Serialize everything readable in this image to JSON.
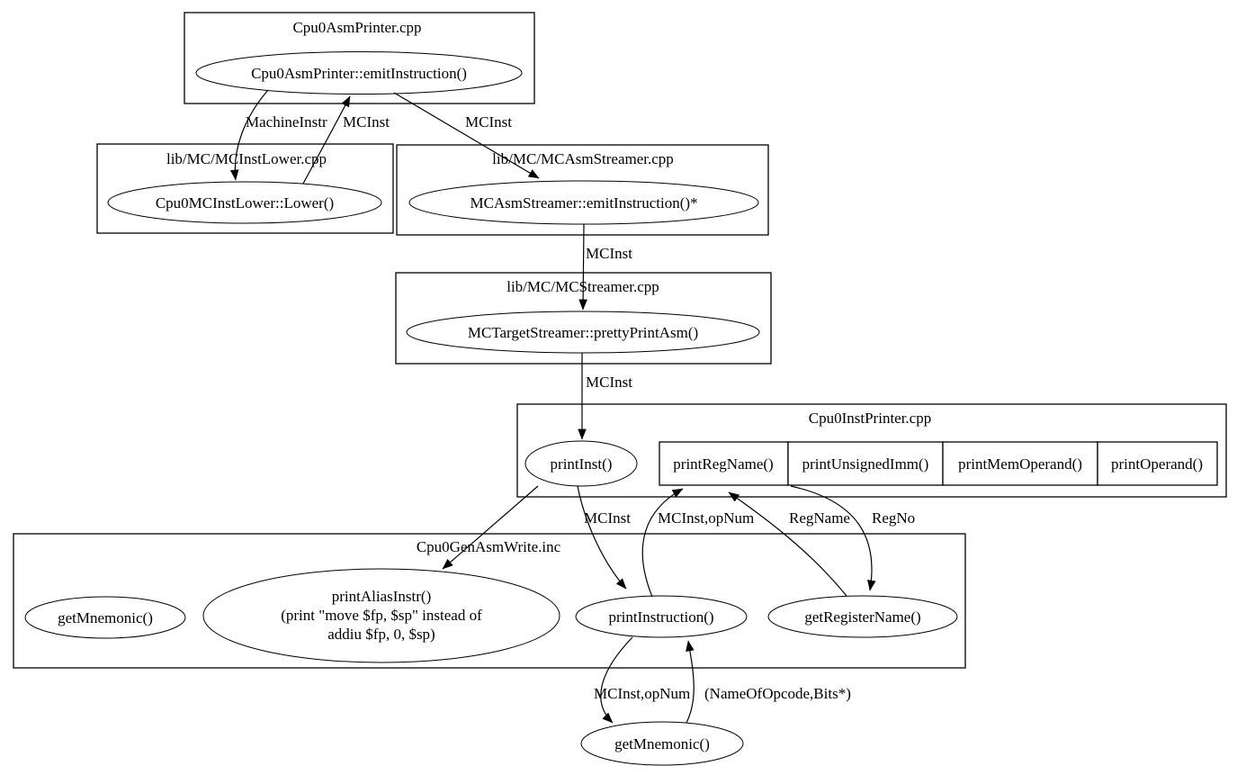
{
  "diagram": {
    "background_color": "#ffffff",
    "line_color": "#000000",
    "clusters": {
      "asm_printer": {
        "label": "Cpu0AsmPrinter.cpp"
      },
      "mc_inst_lower": {
        "label": "lib/MC/MCInstLower.cpp"
      },
      "mc_asm_streamer": {
        "label": "lib/MC/MCAsmStreamer.cpp"
      },
      "mc_streamer": {
        "label": "lib/MC/MCStreamer.cpp"
      },
      "inst_printer": {
        "label": "Cpu0InstPrinter.cpp"
      },
      "gen_asm_write": {
        "label": "Cpu0GenAsmWrite.inc"
      }
    },
    "nodes": {
      "emit_instruction": {
        "label": "Cpu0AsmPrinter::emitInstruction()"
      },
      "lower": {
        "label": "Cpu0MCInstLower::Lower()"
      },
      "asm_streamer_emit": {
        "label": "MCAsmStreamer::emitInstruction()*"
      },
      "pretty_print_asm": {
        "label": "MCTargetStreamer::prettyPrintAsm()"
      },
      "print_inst": {
        "label": "printInst()"
      },
      "print_reg_name": {
        "label": "printRegName()"
      },
      "print_unsigned_imm": {
        "label": "printUnsignedImm()"
      },
      "print_mem_operand": {
        "label": "printMemOperand()"
      },
      "print_operand": {
        "label": "printOperand()"
      },
      "get_mnemonic_inc": {
        "label": "getMnemonic()"
      },
      "print_alias_instr": {
        "lines": [
          "printAliasInstr()",
          "(print \"move $fp, $sp\" instead of",
          "addiu $fp, 0, $sp)"
        ]
      },
      "print_instruction": {
        "label": "printInstruction()"
      },
      "get_register_name": {
        "label": "getRegisterName()"
      },
      "get_mnemonic_bottom": {
        "label": "getMnemonic()"
      }
    },
    "edges": [
      {
        "from": "Cpu0AsmPrinter::emitInstruction()",
        "to": "Cpu0MCInstLower::Lower()",
        "label": "MachineInstr"
      },
      {
        "from": "Cpu0MCInstLower::Lower()",
        "to": "Cpu0AsmPrinter::emitInstruction()",
        "label": "MCInst"
      },
      {
        "from": "Cpu0AsmPrinter::emitInstruction()",
        "to": "MCAsmStreamer::emitInstruction()*",
        "label": "MCInst"
      },
      {
        "from": "MCAsmStreamer::emitInstruction()*",
        "to": "MCTargetStreamer::prettyPrintAsm()",
        "label": "MCInst"
      },
      {
        "from": "MCTargetStreamer::prettyPrintAsm()",
        "to": "printInst()",
        "label": "MCInst"
      },
      {
        "from": "printInst()",
        "to": "printAliasInstr()",
        "label": ""
      },
      {
        "from": "printInst()",
        "to": "printInstruction()",
        "label": "MCInst"
      },
      {
        "from": "printInstruction()",
        "to": "printRegName()",
        "label": "MCInst,opNum"
      },
      {
        "from": "getRegisterName()",
        "to": "printRegName()",
        "label": "RegName"
      },
      {
        "from": "printRegName()",
        "to": "getRegisterName()",
        "label": "RegNo"
      },
      {
        "from": "printInstruction()",
        "to": "getMnemonic()",
        "label": "MCInst,opNum"
      },
      {
        "from": "getMnemonic()",
        "to": "printInstruction()",
        "label": "(NameOfOpcode,Bits*)"
      }
    ]
  }
}
